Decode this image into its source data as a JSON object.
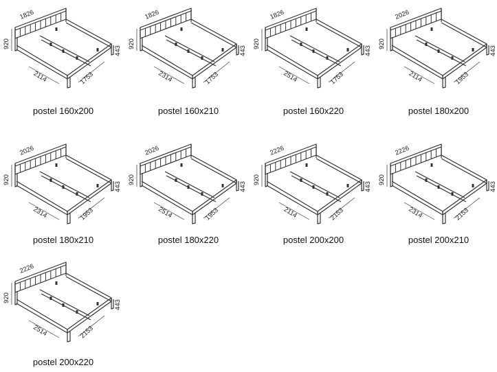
{
  "colors": {
    "line": "#333333",
    "text": "#111111",
    "background": "#ffffff"
  },
  "beds": [
    {
      "label": "postel 160x200",
      "head_width": "1826",
      "height": "920",
      "foot_height": "443",
      "length": "2114",
      "width": "1753"
    },
    {
      "label": "postel 160x210",
      "head_width": "1826",
      "height": "920",
      "foot_height": "443",
      "length": "2314",
      "width": "1753"
    },
    {
      "label": "postel 160x220",
      "head_width": "1826",
      "height": "920",
      "foot_height": "443",
      "length": "2514",
      "width": "1753"
    },
    {
      "label": "postel 180x200",
      "head_width": "2026",
      "height": "920",
      "foot_height": "443",
      "length": "2114",
      "width": "1953"
    },
    {
      "label": "postel 180x210",
      "head_width": "2026",
      "height": "920",
      "foot_height": "443",
      "length": "2314",
      "width": "1953"
    },
    {
      "label": "postel 180x220",
      "head_width": "2026",
      "height": "920",
      "foot_height": "443",
      "length": "2514",
      "width": "1953"
    },
    {
      "label": "postel 200x200",
      "head_width": "2226",
      "height": "920",
      "foot_height": "443",
      "length": "2114",
      "width": "2153"
    },
    {
      "label": "postel 200x210",
      "head_width": "2226",
      "height": "920",
      "foot_height": "443",
      "length": "2314",
      "width": "2153"
    },
    {
      "label": "postel 200x220",
      "head_width": "2226",
      "height": "920",
      "foot_height": "443",
      "length": "2514",
      "width": "2153"
    }
  ]
}
